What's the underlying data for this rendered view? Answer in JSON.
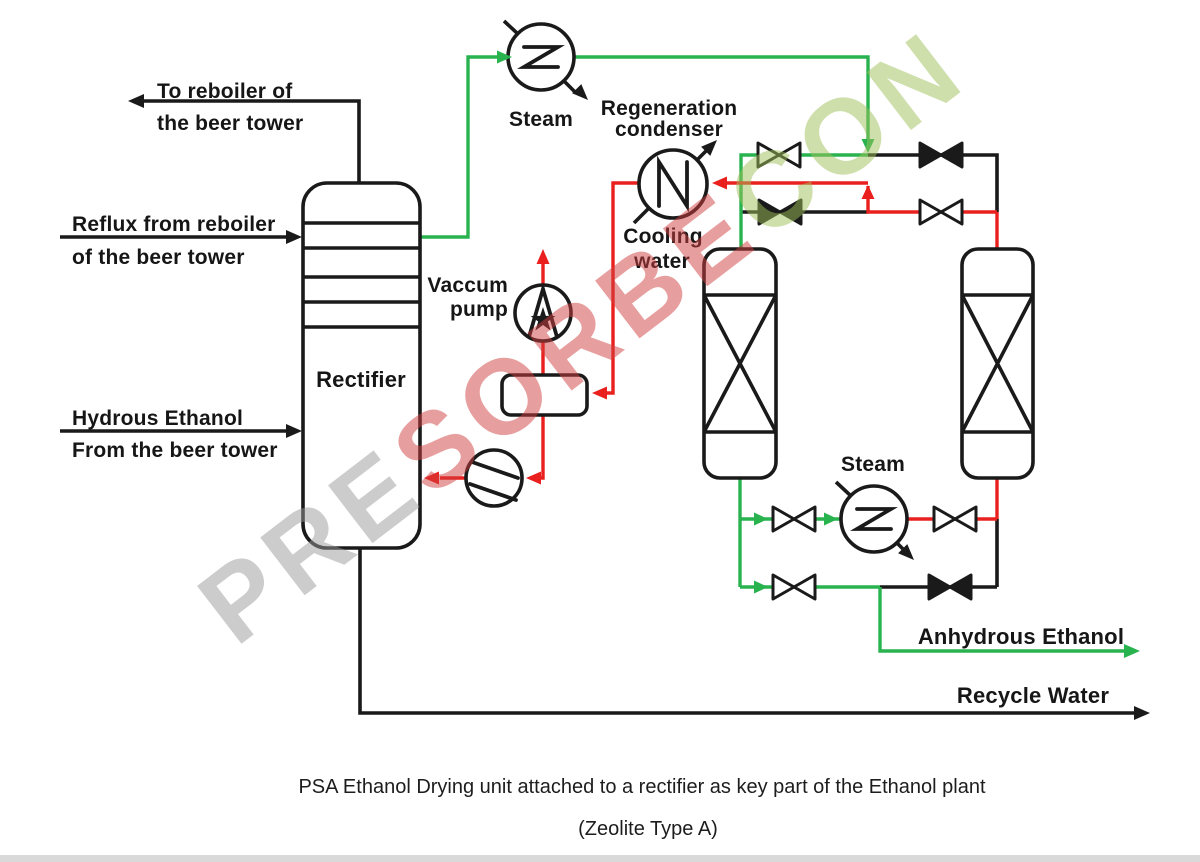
{
  "colors": {
    "line_black": "#1a1a1a",
    "flow_green": "#28b34f",
    "flow_red": "#e9201d",
    "watermark_gray": "#9a9a9a",
    "watermark_red": "#d13f3f",
    "watermark_green": "#9ec05a",
    "bottom_bar": "#d9d9d9"
  },
  "watermark": {
    "part_gray": "PRE",
    "part_red": "SORBE",
    "part_green": "CON"
  },
  "labels": {
    "to_reboiler_l1": "To reboiler of",
    "to_reboiler_l2": "the beer tower",
    "reflux_l1": "Reflux from reboiler",
    "reflux_l2": "of the beer tower",
    "hydrous_l1": "Hydrous Ethanol",
    "hydrous_l2": "From the beer tower",
    "rectifier": "Rectifier",
    "vacuum_pump_l1": "Vaccum",
    "vacuum_pump_l2": "pump",
    "steam_top": "Steam",
    "regen_condenser_l1": "Regeneration",
    "regen_condenser_l2": "condenser",
    "cooling_water_l1": "Cooling",
    "cooling_water_l2": "water",
    "steam_bottom": "Steam",
    "anhydrous_ethanol": "Anhydrous Ethanol",
    "recycle_water": "Recycle Water"
  },
  "caption": {
    "line1": "PSA Ethanol Drying unit attached to a rectifier as key part of the Ethanol plant",
    "line2": "(Zeolite Type A)"
  },
  "equipment": [
    {
      "name": "rectifier-column",
      "label": "Rectifier",
      "symbol": "tray-column"
    },
    {
      "name": "steam-heater-top",
      "label": "Steam",
      "symbol": "circle-exchanger-Z"
    },
    {
      "name": "regeneration-condenser",
      "label": "Regeneration condenser",
      "utility": "Cooling water",
      "symbol": "circle-exchanger-N"
    },
    {
      "name": "vacuum-pump",
      "label": "Vaccum pump",
      "symbol": "circle-star-pump"
    },
    {
      "name": "buffer-drum",
      "symbol": "horizontal-drum"
    },
    {
      "name": "reflux-pump",
      "symbol": "circle-pump"
    },
    {
      "name": "adsorber-left",
      "symbol": "packed-column-X"
    },
    {
      "name": "adsorber-right",
      "symbol": "packed-column-X"
    },
    {
      "name": "steam-heater-bottom",
      "label": "Steam",
      "symbol": "circle-exchanger-Z"
    }
  ],
  "valves": [
    {
      "position": "top-row-green-left",
      "state": "open"
    },
    {
      "position": "top-row-black-right",
      "state": "closed"
    },
    {
      "position": "mid-row-black-left",
      "state": "closed"
    },
    {
      "position": "mid-row-red-right",
      "state": "open"
    },
    {
      "position": "bottom-rowA-green-left",
      "state": "open"
    },
    {
      "position": "bottom-rowA-red-right",
      "state": "open"
    },
    {
      "position": "bottom-rowB-green-left",
      "state": "open"
    },
    {
      "position": "bottom-rowB-black-right",
      "state": "closed"
    }
  ]
}
